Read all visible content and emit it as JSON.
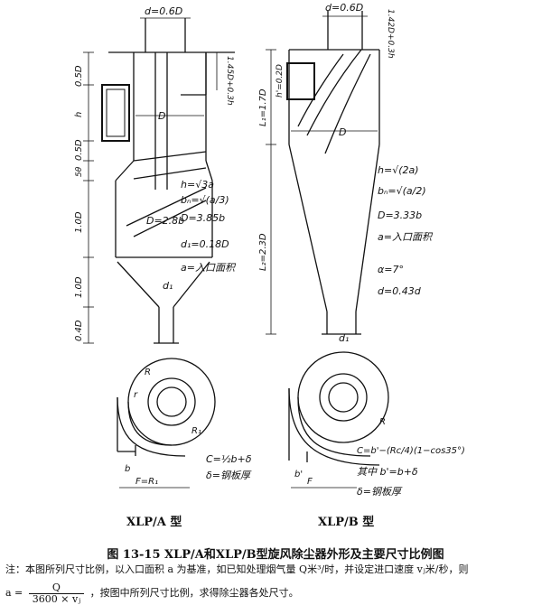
{
  "figure": {
    "caption": "图 13-15  XLP/A和XLP/B型旋风除尘器外形及主要尺寸比例图",
    "note_line1": "注：本图所列尺寸比例，以入口面积 a 为基准，如已知处理烟气量 Q米³/时，并设定进口速度 vⱼ米/秒，则",
    "note_formula_lhs": "a =",
    "note_formula_num": "Q",
    "note_formula_den": "3600 × vⱼ",
    "note_line2": "，按图中所列尺寸比例，求得除尘器各处尺寸。"
  },
  "xlp_a": {
    "type_label": "XLP/A 型",
    "top_dim": "d=0.6D",
    "inlet_dim": "1.45D+0.3h",
    "dims_vertical": [
      "0.5D",
      "h",
      "0.5D",
      "5θ",
      "1.0D",
      "1.0D",
      "0.4D"
    ],
    "D_label": "D",
    "D_inner": "D=2.8b",
    "d1": "d₁",
    "formulas": [
      "h=√3a",
      "bₙ=√(a/3)",
      "D=3.85b",
      "d₁=0.18D",
      "a=入口面积"
    ],
    "plan_labels": {
      "R": "R",
      "r": "r",
      "R1": "R₁",
      "b": "b",
      "F": "F=R₁"
    },
    "plan_formulas": [
      "C=½b+δ",
      "δ=钢板厚"
    ]
  },
  "xlp_b": {
    "type_label": "XLP/B 型",
    "top_dim": "d=0.6D",
    "inlet_dim": "1.42D+0.3h",
    "h_dim": "h'=0.2D",
    "L1": "L₁=1.7D",
    "L2": "L₂=2.3D",
    "D_label": "D",
    "d1": "d₁",
    "formulas": [
      "h=√(2a)",
      "bₙ=√(a/2)",
      "D=3.33b",
      "a=入口面积"
    ],
    "alpha": "α=7°",
    "d_small": "d=0.43d",
    "plan_labels": {
      "R": "R",
      "b": "b'",
      "F": "F"
    },
    "plan_formulas": [
      "C=b'−(Rc/4)(1−cos35°)",
      "其中 b'=b+δ",
      "δ=钢板厚"
    ]
  }
}
